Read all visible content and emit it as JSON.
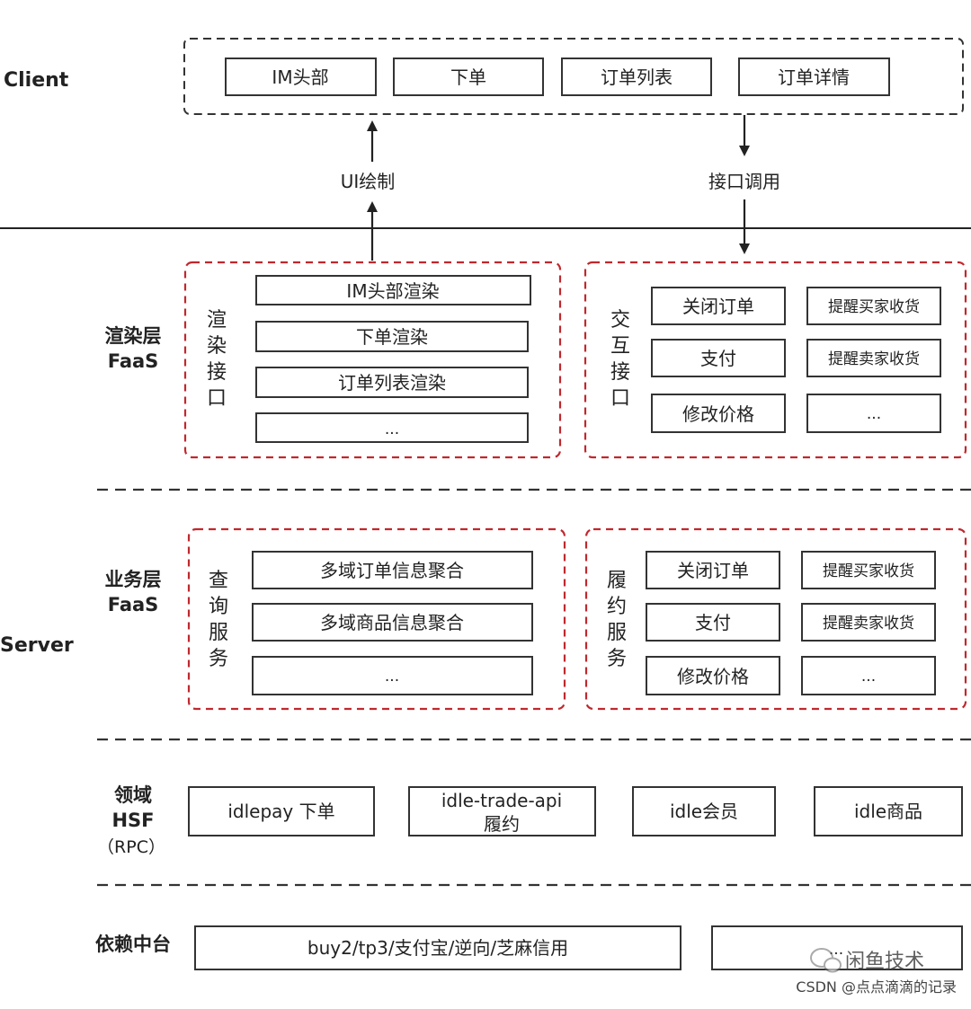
{
  "sections": {
    "client": "Client",
    "server": "Server",
    "render_layer": [
      "渲染层",
      "FaaS"
    ],
    "business_layer": [
      "业务层",
      "FaaS"
    ],
    "domain_layer": [
      "领域",
      "HSF",
      "（RPC）"
    ],
    "dependency": "依赖中台"
  },
  "client_items": [
    "IM头部",
    "下单",
    "订单列表",
    "订单详情"
  ],
  "arrows": {
    "ui_draw": "UI绘制",
    "api_call": "接口调用"
  },
  "render": {
    "group_label": [
      "渲",
      "染",
      "接",
      "口"
    ],
    "items": [
      "IM头部渲染",
      "下单渲染",
      "订单列表渲染",
      "..."
    ]
  },
  "interaction": {
    "group_label": [
      "交",
      "互",
      "接",
      "口"
    ],
    "left_items": [
      "关闭订单",
      "支付",
      "修改价格"
    ],
    "right_items": [
      "提醒买家收货",
      "提醒卖家收货",
      "..."
    ]
  },
  "query": {
    "group_label": [
      "查",
      "询",
      "服",
      "务"
    ],
    "items": [
      "多域订单信息聚合",
      "多域商品信息聚合",
      "..."
    ]
  },
  "fulfill": {
    "group_label": [
      "履",
      "约",
      "服",
      "务"
    ],
    "left_items": [
      "关闭订单",
      "支付",
      "修改价格"
    ],
    "right_items": [
      "提醒买家收货",
      "提醒卖家收货",
      "..."
    ]
  },
  "domain_items": {
    "idlepay": "idlepay 下单",
    "trade_api": [
      "idle-trade-api",
      "履约"
    ],
    "member": "idle会员",
    "goods": "idle商品"
  },
  "dependency_items": [
    "buy2/tp3/支付宝/逆向/芝麻信用",
    "..."
  ],
  "watermark": {
    "brand": "闲鱼技术",
    "credit": "CSDN @点点滴滴的记录"
  }
}
